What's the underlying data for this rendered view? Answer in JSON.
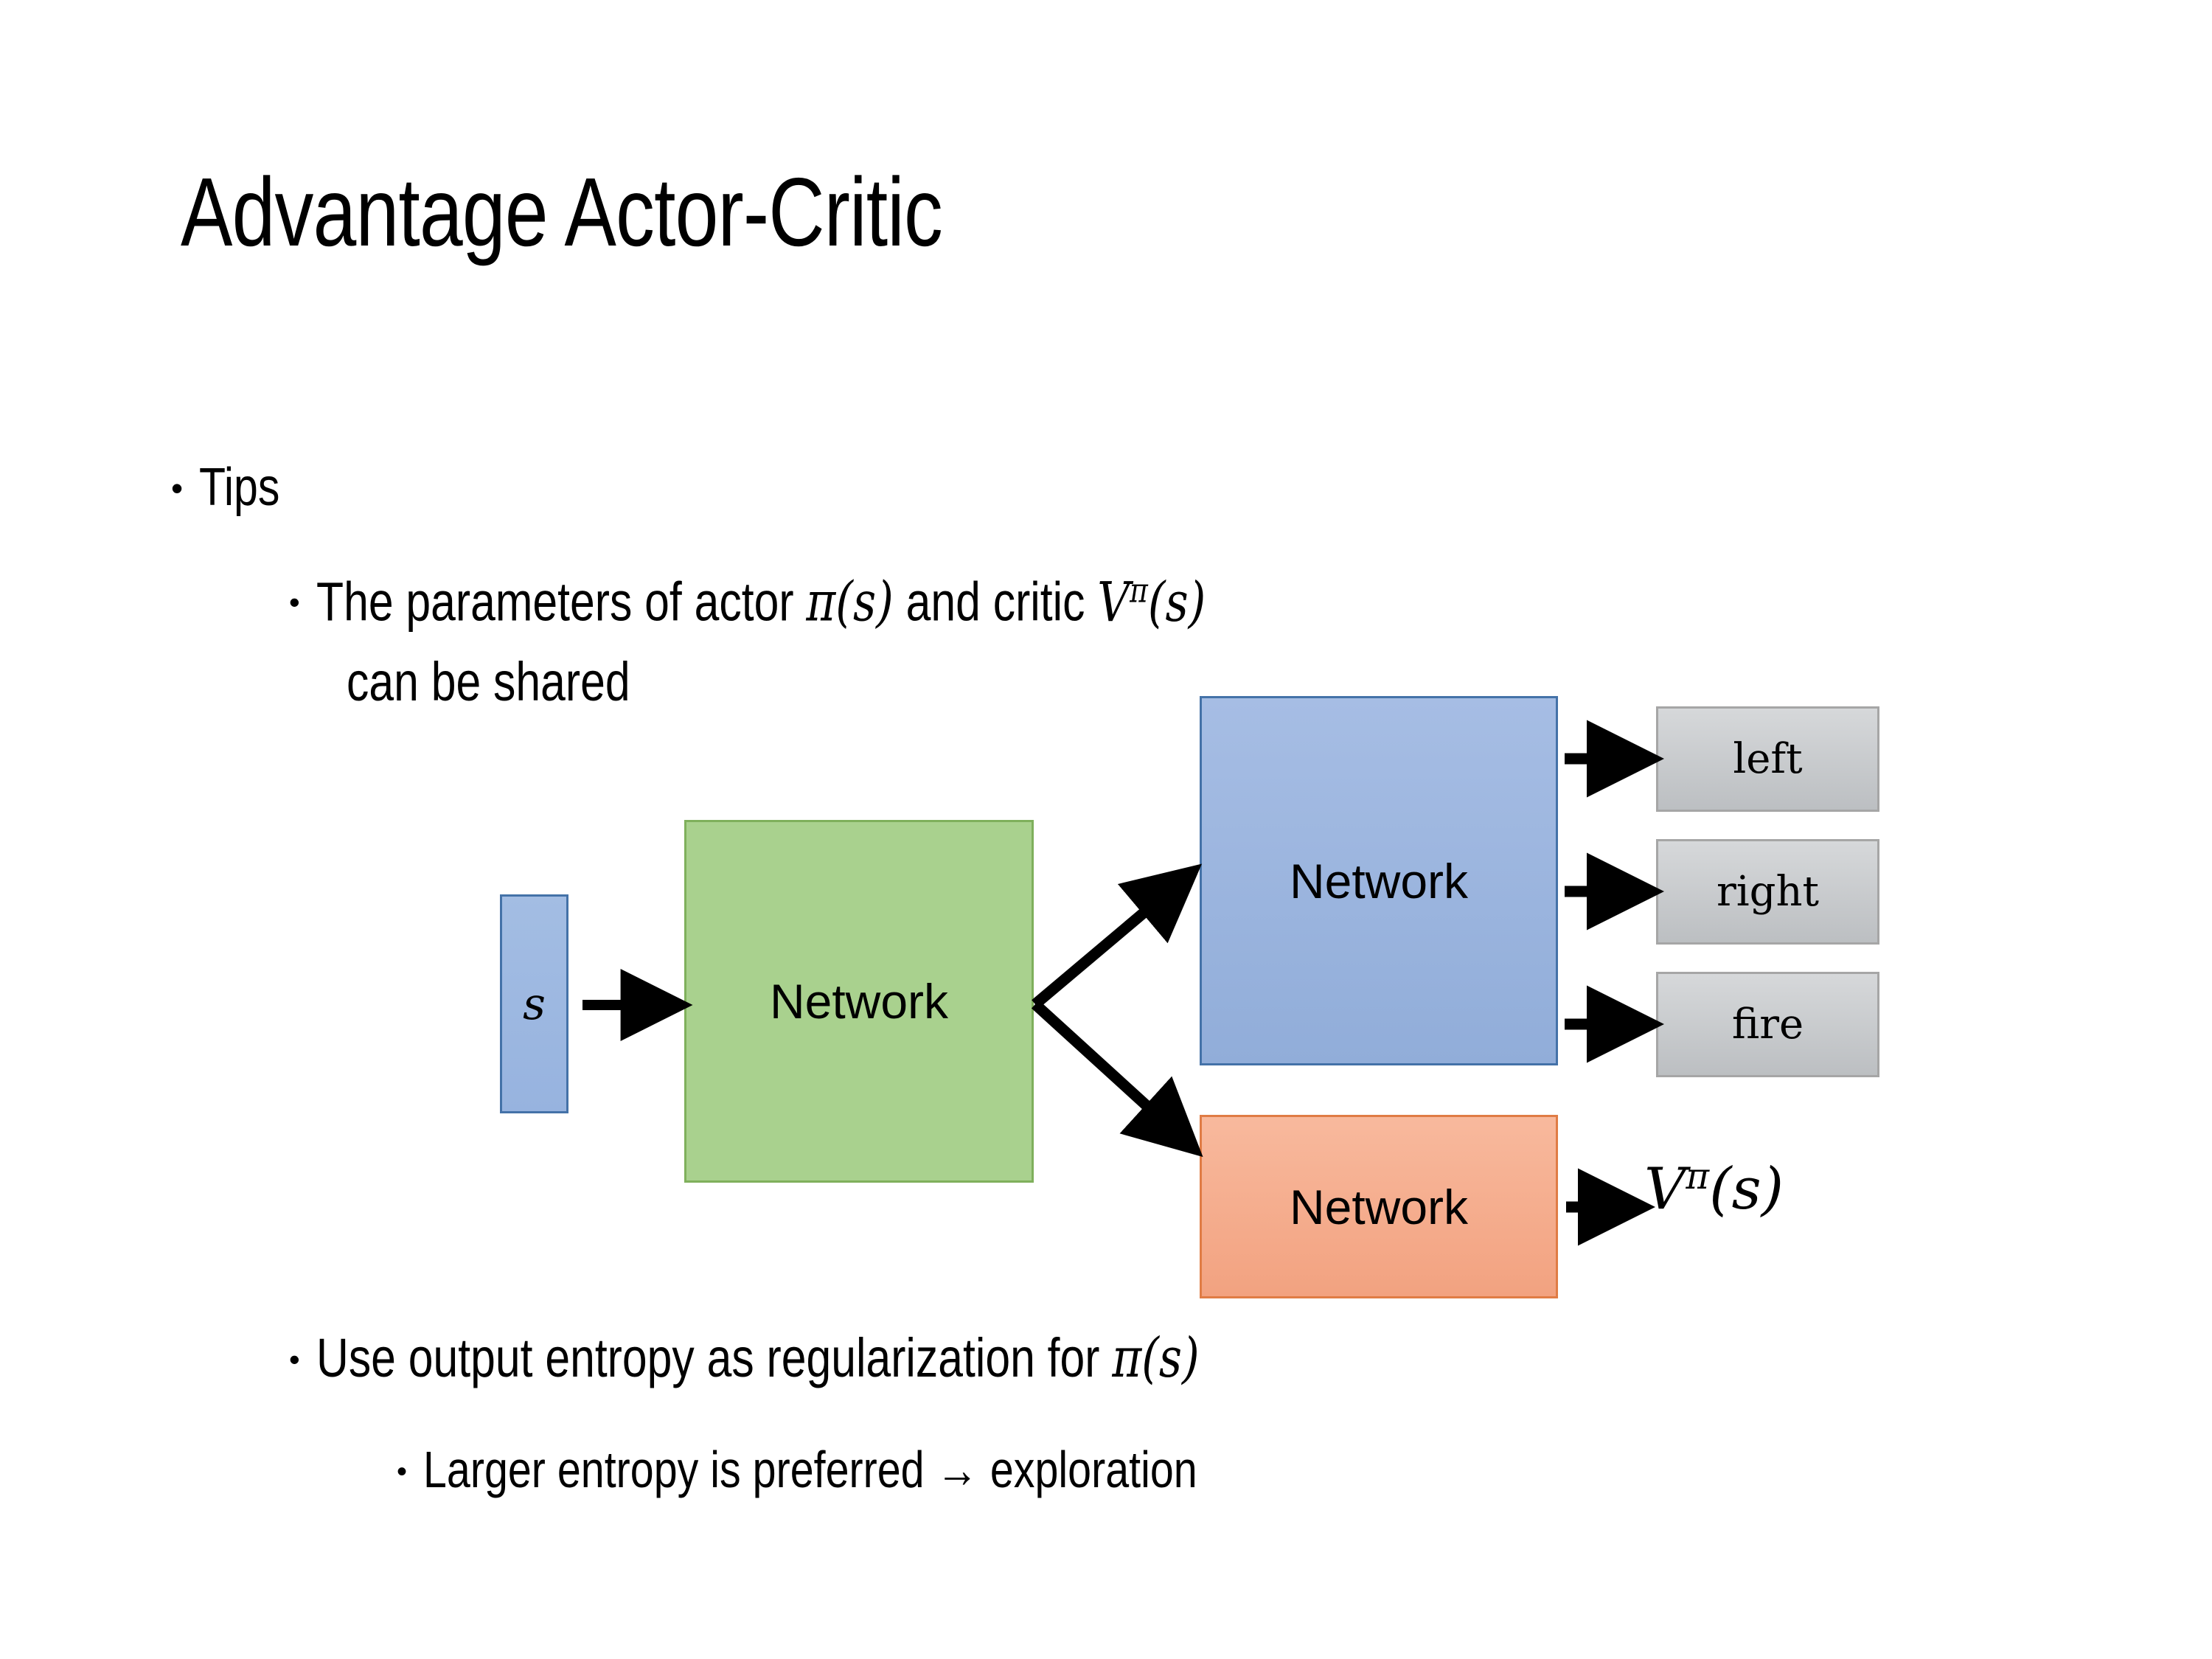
{
  "slide": {
    "title": "Advantage Actor-Critic",
    "bullets": {
      "tips": "Tips",
      "params_line1_pre": "The parameters of actor ",
      "params_math_actor": "π(s)",
      "params_line1_mid": "  and critic ",
      "params_math_critic_base": "V",
      "params_math_critic_sup": "π",
      "params_math_critic_arg": "(s)",
      "params_line2": "can be shared",
      "entropy_pre": "Use output entropy as regularization for ",
      "entropy_math": "π(s)",
      "larger_entropy": "Larger entropy is preferred → exploration"
    },
    "bullet_marker": "•"
  },
  "diagram": {
    "state_label": "s",
    "shared_network_label": "Network",
    "actor_network_label": "Network",
    "critic_network_label": "Network",
    "actions": [
      {
        "label": "left"
      },
      {
        "label": "right"
      },
      {
        "label": "fire"
      }
    ],
    "critic_output": {
      "base": "V",
      "superscript": "π",
      "argument": "(s)"
    }
  },
  "colors": {
    "state_fill": "#97b3df",
    "state_border": "#4472a8",
    "shared_fill": "#a9d18e",
    "shared_border": "#7fb05c",
    "actor_fill": "#91add9",
    "actor_border": "#4472a8",
    "critic_fill": "#f2a280",
    "critic_border": "#e07c45",
    "action_fill": "#c7cace",
    "action_border": "#a6a6a6",
    "arrow": "#000000",
    "background": "#ffffff",
    "text": "#000000"
  }
}
